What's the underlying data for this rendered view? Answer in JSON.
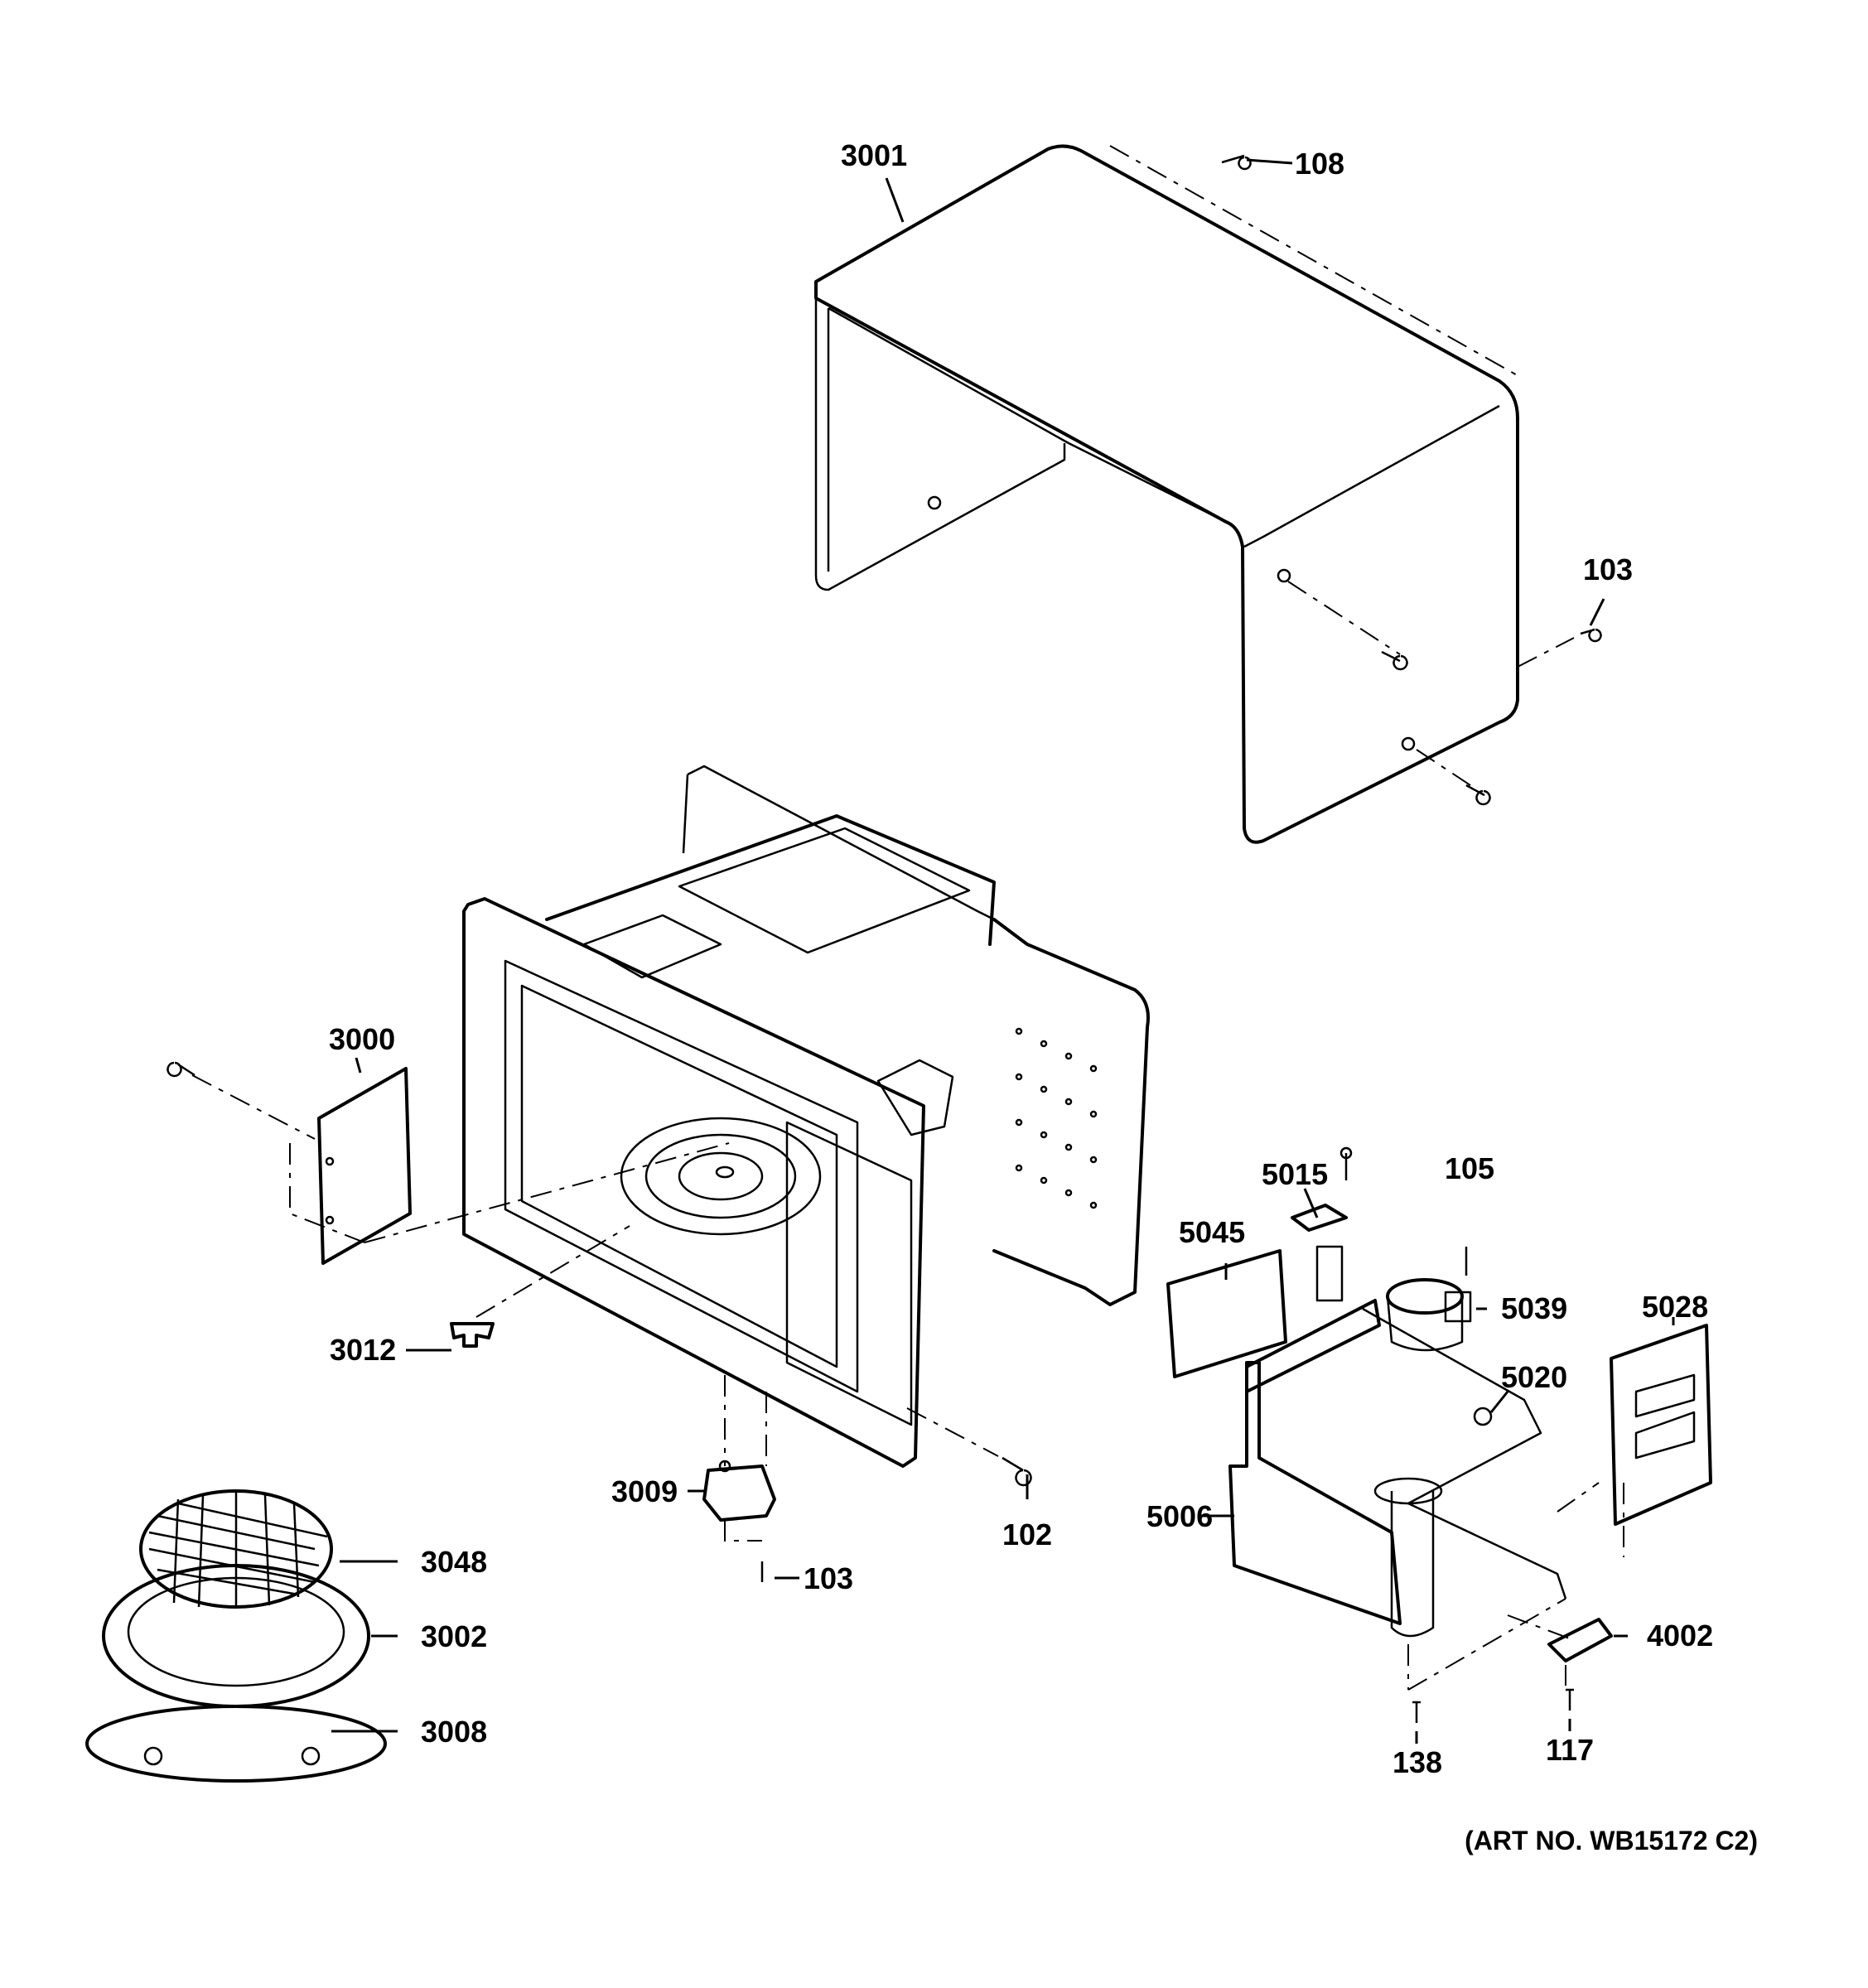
{
  "diagram": {
    "labels": {
      "p3001": "3001",
      "p108": "108",
      "p103_top": "103",
      "p3000": "3000",
      "p3012": "3012",
      "p3009": "3009",
      "p103_bottom": "103",
      "p102": "102",
      "p3048": "3048",
      "p3002": "3002",
      "p3008": "3008",
      "p5015": "5015",
      "p105": "105",
      "p5045": "5045",
      "p5039": "5039",
      "p5028": "5028",
      "p5020": "5020",
      "p5006": "5006",
      "p4002": "4002",
      "p138": "138",
      "p117": "117"
    },
    "art_number": "(ART NO. WB15172 C2)"
  }
}
